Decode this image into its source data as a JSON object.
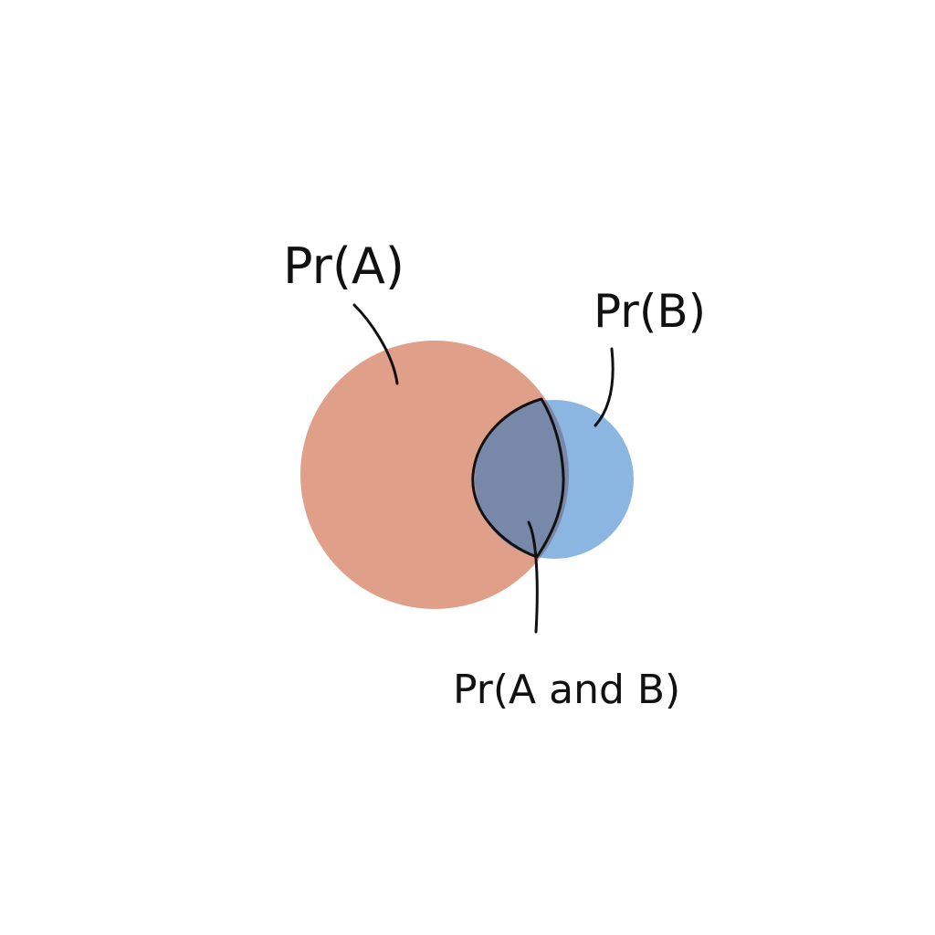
{
  "labels": {
    "pr_a": "Pr(A)",
    "pr_b": "Pr(B)",
    "pr_a_and_b": "Pr(A and B)"
  },
  "colors": {
    "background": "#ffffff",
    "circle_a": "#e09f89",
    "circle_b": "#8ab6e1",
    "intersection": "#7888a8",
    "ink": "#111111"
  }
}
